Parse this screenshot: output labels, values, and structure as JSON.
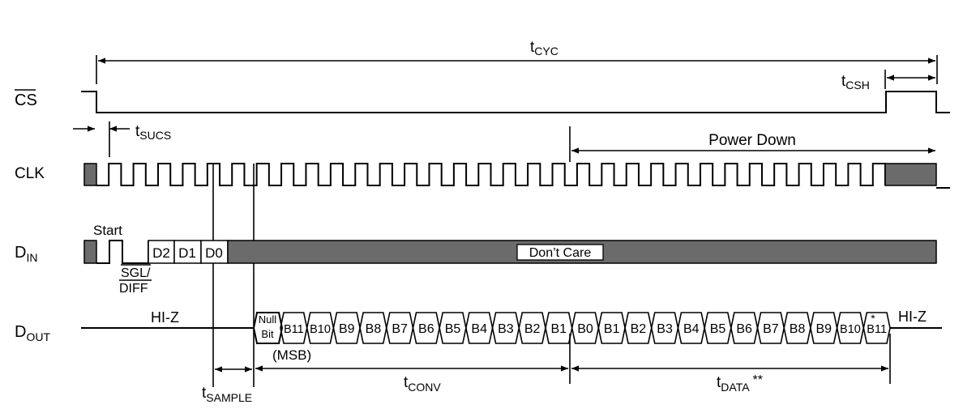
{
  "signals": {
    "cs": "CS",
    "clk": "CLK",
    "din_main": "D",
    "din_sub": "IN",
    "dout_main": "D",
    "dout_sub": "OUT"
  },
  "timing": {
    "tcyc_main": "t",
    "tcyc_sub": "CYC",
    "tcsh_main": "t",
    "tcsh_sub": "CSH",
    "tsucs_main": "t",
    "tsucs_sub": "SUCS",
    "tsample_main": "t",
    "tsample_sub": "SAMPLE",
    "tconv_main": "t",
    "tconv_sub": "CONV",
    "tdata_main": "t",
    "tdata_sub": "DATA",
    "tdata_mark": "**"
  },
  "labels": {
    "power_down": "Power Down",
    "start": "Start",
    "sgl": "SGL/",
    "diff": "DIFF",
    "dont_care": "Don’t Care",
    "hiz_left": "HI-Z",
    "hiz_right": "HI-Z",
    "msb": "(MSB)",
    "null": "Null",
    "bit": "Bit",
    "asterisk": "*"
  },
  "din_bits": [
    "D2",
    "D1",
    "D0"
  ],
  "dout_bits": [
    "B11",
    "B10",
    "B9",
    "B8",
    "B7",
    "B6",
    "B5",
    "B4",
    "B3",
    "B2",
    "B1",
    "B0",
    "B1",
    "B2",
    "B3",
    "B4",
    "B5",
    "B6",
    "B7",
    "B8",
    "B9",
    "B10",
    "B11"
  ]
}
